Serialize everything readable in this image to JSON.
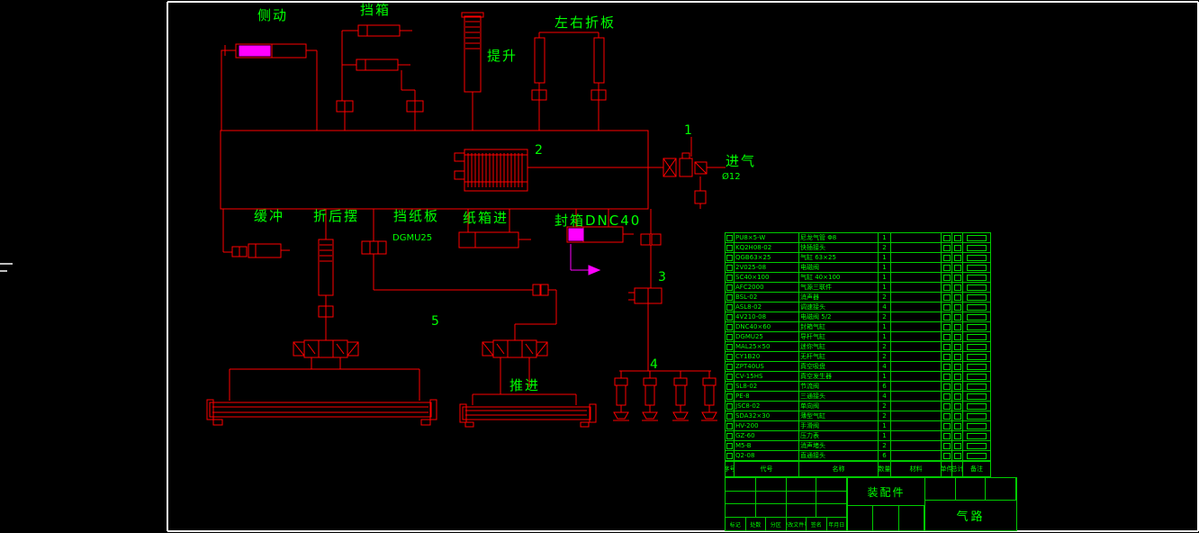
{
  "labels": {
    "side_move": "侧动",
    "block_box": "挡箱",
    "lift": "提升",
    "fold_lr": "左右折板",
    "num1": "1",
    "air_in": "进气",
    "dia12": "Ø12",
    "num2": "2",
    "buffer": "缓冲",
    "fold_rear": "折后摆",
    "paper_stop": "挡纸板",
    "dgmu25": "DGMU25",
    "carton_in": "纸箱进",
    "seal_box": "封箱DNC40",
    "num3": "3",
    "num5": "5",
    "num4": "4",
    "push": "推进"
  },
  "colors": {
    "background": "#000000",
    "schematic_line": "#ff0000",
    "text": "#00ff00",
    "accent": "#ff00ff",
    "sheet_border": "#ffffff",
    "table_line": "#00cc00"
  },
  "parts_table": {
    "headers": [
      "序号",
      "代号",
      "名称",
      "数量",
      "材料",
      "单件",
      "总计",
      "备注"
    ],
    "rows": [
      {
        "code": "PU8×5-W",
        "name": "尼龙气管 Φ8",
        "qty": "1"
      },
      {
        "code": "KQ2H08-02",
        "name": "快插接头",
        "qty": "2"
      },
      {
        "code": "QGB63×25",
        "name": "气缸 63×25",
        "qty": "1"
      },
      {
        "code": "2V025-08",
        "name": "电磁阀",
        "qty": "1"
      },
      {
        "code": "SC40×100",
        "name": "气缸 40×100",
        "qty": "1"
      },
      {
        "code": "AFC2000",
        "name": "气源三联件",
        "qty": "1"
      },
      {
        "code": "BSL-02",
        "name": "消声器",
        "qty": "2"
      },
      {
        "code": "ASL8-02",
        "name": "调速接头",
        "qty": "4"
      },
      {
        "code": "4V210-08",
        "name": "电磁阀 5/2",
        "qty": "2"
      },
      {
        "code": "DNC40×60",
        "name": "封箱气缸",
        "qty": "1"
      },
      {
        "code": "DGMU25",
        "name": "导杆气缸",
        "qty": "1"
      },
      {
        "code": "MAL25×50",
        "name": "迷你气缸",
        "qty": "2"
      },
      {
        "code": "CY1B20",
        "name": "无杆气缸",
        "qty": "2"
      },
      {
        "code": "ZPT40US",
        "name": "真空吸盘",
        "qty": "4"
      },
      {
        "code": "CV-15HS",
        "name": "真空发生器",
        "qty": "1"
      },
      {
        "code": "SL8-02",
        "name": "节流阀",
        "qty": "6"
      },
      {
        "code": "PE-8",
        "name": "三通接头",
        "qty": "4"
      },
      {
        "code": "JSC8-02",
        "name": "单向阀",
        "qty": "2"
      },
      {
        "code": "SDA32×30",
        "name": "薄型气缸",
        "qty": "2"
      },
      {
        "code": "HV-200",
        "name": "手滑阀",
        "qty": "1"
      },
      {
        "code": "GZ-60",
        "name": "压力表",
        "qty": "1"
      },
      {
        "code": "M5-B",
        "name": "消声堵头",
        "qty": "2"
      },
      {
        "code": "Q2-08",
        "name": "直通接头",
        "qty": "6"
      }
    ]
  },
  "title_block": {
    "part_name": "装配件",
    "drawing_name": "气路",
    "footer_labels": [
      "标记",
      "处数",
      "分区",
      "更改文件号",
      "签名",
      "年月日"
    ]
  }
}
